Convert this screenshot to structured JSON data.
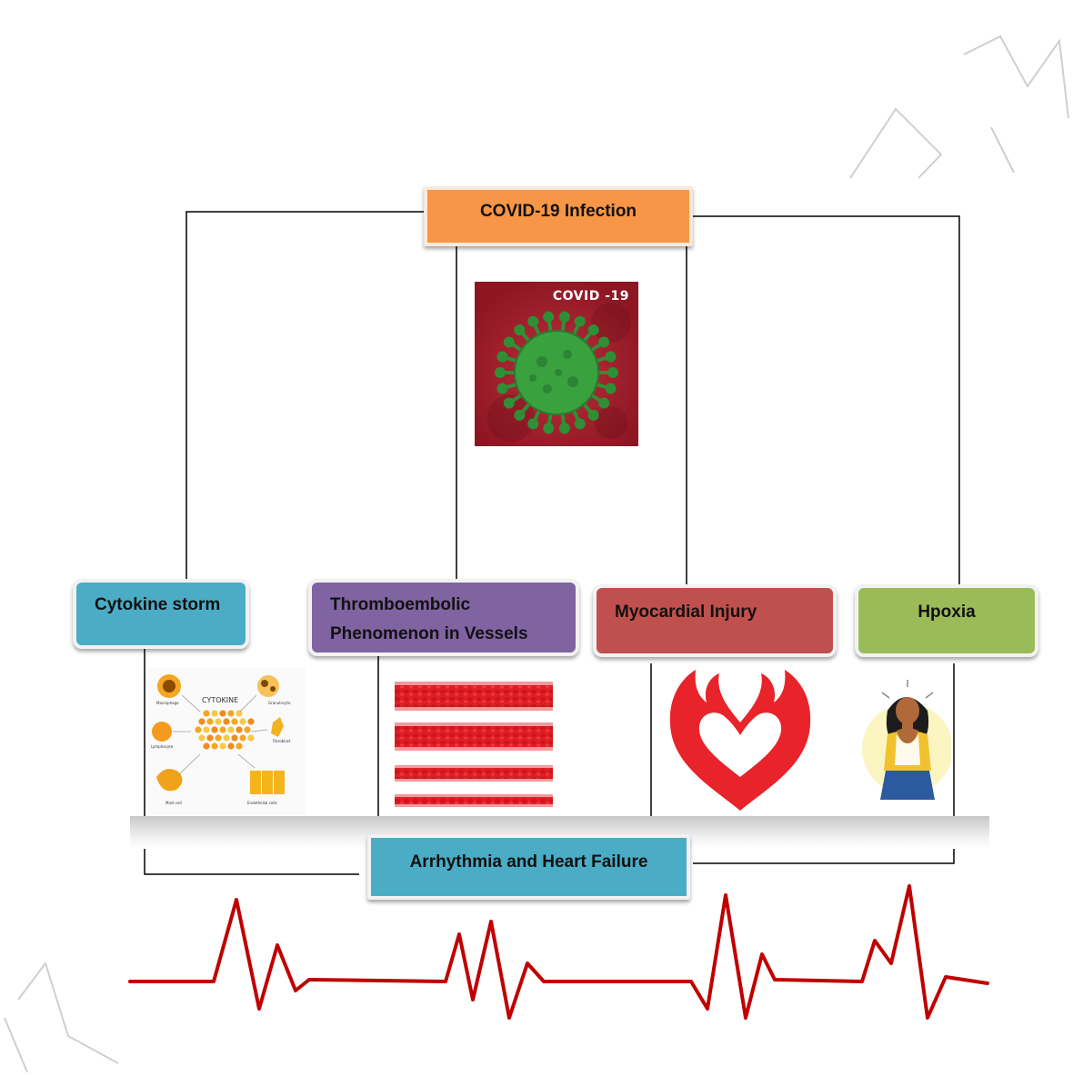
{
  "nodes": {
    "infection": {
      "label": "COVID-19 Infection",
      "color": "#f79646"
    },
    "cytokine": {
      "label": "Cytokine storm",
      "color": "#4bacc6"
    },
    "thrombo": {
      "line1": "Thromboembolic",
      "line2": "Phenomenon in Vessels",
      "color": "#8064a2"
    },
    "myocardial": {
      "label": "Myocardial Injury",
      "color": "#c0504d"
    },
    "hypoxia": {
      "label": "Hpoxia",
      "color": "#9bbb59"
    },
    "outcome": {
      "label": "Arrhythmia and Heart Failure",
      "color": "#4bacc6"
    }
  },
  "virus_image": {
    "caption": "COVID -19",
    "icon": "coronavirus-icon",
    "background": "#a01f2c",
    "virus_color": "#3a9e3a"
  },
  "cytokine_image": {
    "center": "CYTOKINE",
    "cells": [
      "Macrophage",
      "Granulocyte",
      "Lymphocyte",
      "Fibroblast",
      "Mast cell",
      "Endothelial cells"
    ]
  },
  "icons": {
    "vessels": "blood-vessels-icon",
    "heart": "flaming-heart-icon",
    "person": "breathless-person-icon",
    "ecg": "ecg-line-icon"
  },
  "colors": {
    "line": "#000000",
    "ecg": "#c00000",
    "watermark": "#d0d0d0"
  }
}
